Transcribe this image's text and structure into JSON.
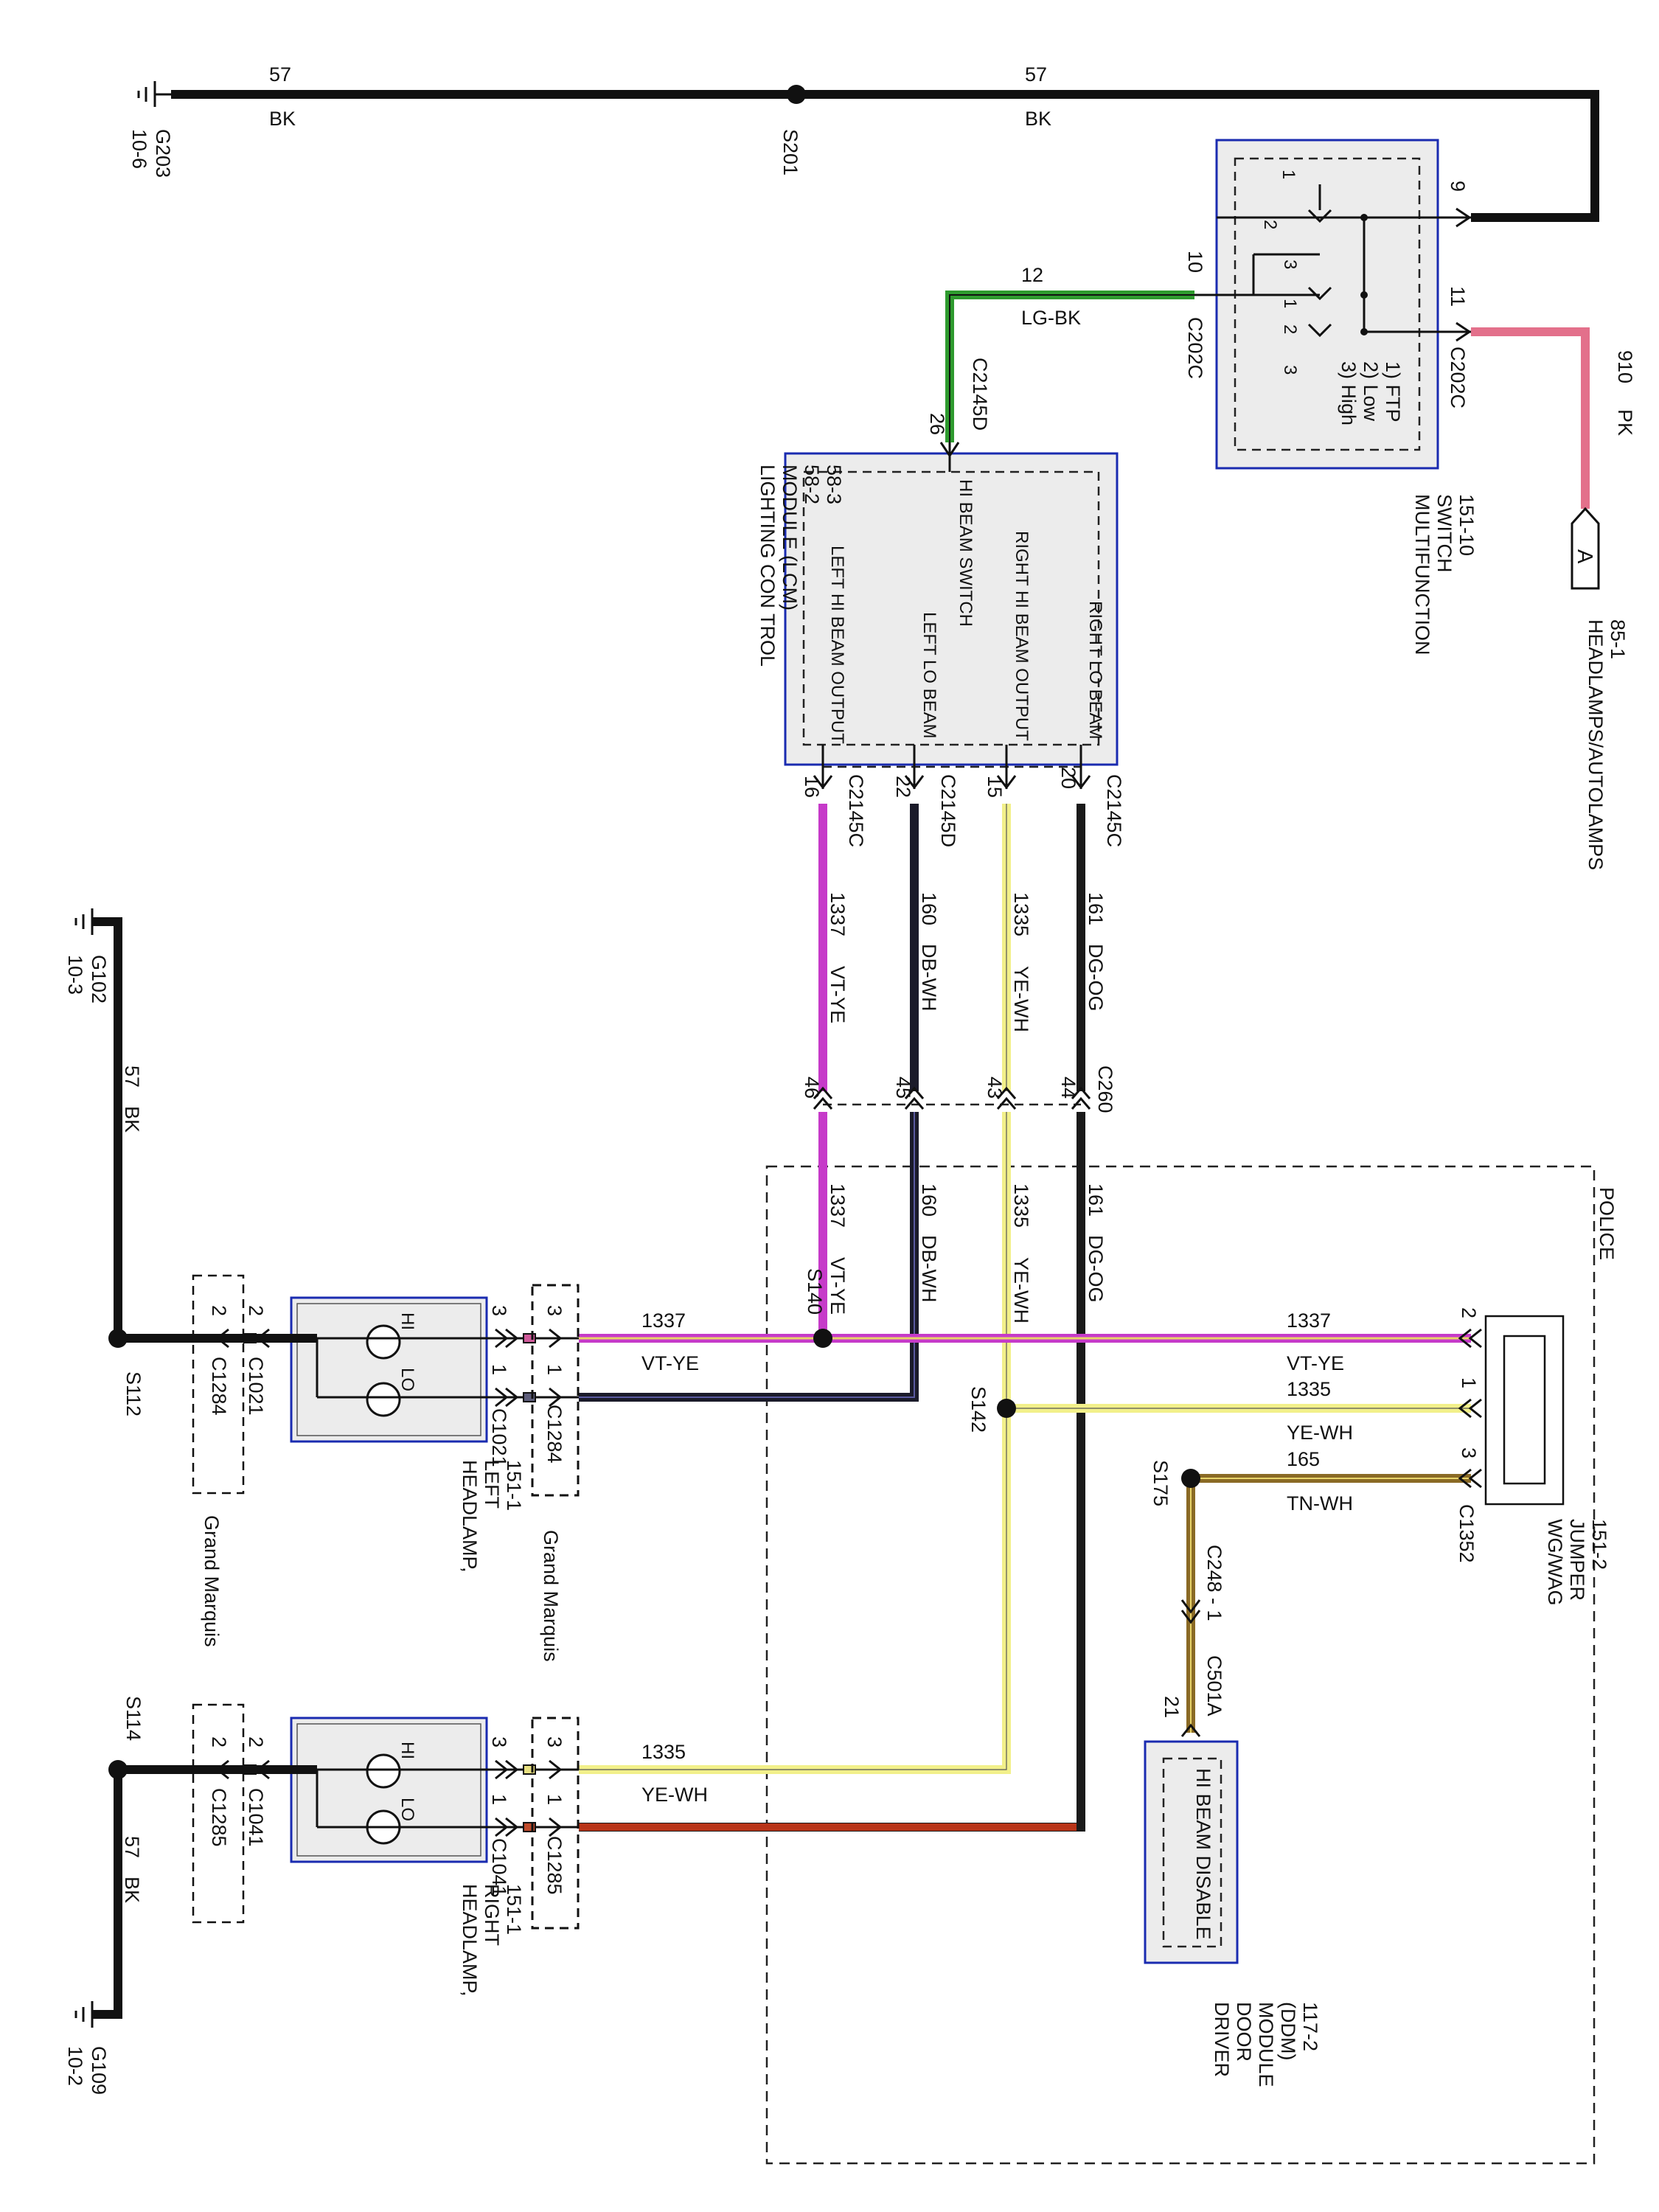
{
  "grounds": [
    {
      "id": "G203",
      "ref": "10-6"
    },
    {
      "id": "G102",
      "ref": "10-3"
    },
    {
      "id": "G109",
      "ref": "10-2"
    }
  ],
  "splices": [
    "S201",
    "S140",
    "S142",
    "S175",
    "S112",
    "S114"
  ],
  "wire_colors": {
    "BK": "#111111",
    "LG-BK": "#2e9a2e",
    "PK": "#e3708b",
    "VT-YE": "#c63ac9",
    "DB-WH": "#1b1b2a",
    "YE-WH": "#f2f08a",
    "DG-OG": "#1a1a1a",
    "TN-WH": "#8a6a25",
    "RED": "#b83418"
  },
  "wires": {
    "top_left": {
      "circuit": "57",
      "color": "BK"
    },
    "top_right": {
      "circuit": "57",
      "color": "BK"
    },
    "lg_bk": {
      "circuit": "12",
      "color": "LG-BK"
    },
    "pk": {
      "circuit": "910",
      "color": "PK"
    },
    "w1337": {
      "circuit": "1337",
      "color": "VT-YE"
    },
    "w160": {
      "circuit": "160",
      "color": "DB-WH"
    },
    "w1335": {
      "circuit": "1335",
      "color": "YE-WH"
    },
    "w161": {
      "circuit": "161",
      "color": "DG-OG"
    },
    "w165": {
      "circuit": "165",
      "color": "TN-WH"
    },
    "g102": {
      "circuit": "57",
      "color": "BK"
    },
    "g109": {
      "circuit": "57",
      "color": "BK"
    }
  },
  "multifunction_switch": {
    "name_lines": [
      "MULTIFUNCTION",
      "SWITCH",
      "151-10"
    ],
    "legend": [
      "1) FTP",
      "2) Low",
      "3) High"
    ],
    "pins": {
      "p9": "9",
      "p10": "10",
      "p11": "11"
    },
    "internal": [
      "1",
      "2",
      "3",
      "1",
      "2",
      "3"
    ],
    "connector_a": "C202C",
    "connector_b": "C202C"
  },
  "headlamps_autolamps": {
    "flag": "A",
    "name": "HEADLAMPS/AUTOLAMPS",
    "ref": "85-1"
  },
  "lcm": {
    "name_lines": [
      "LIGHTING CON TROL",
      "MODULE (LCM)",
      "58-2",
      "58-3"
    ],
    "functions": [
      "HI BEAM SWITCH",
      "RIGHT HI BEAM OUTPUT",
      "RIGHT LO BEAM",
      "LEFT LO BEAM",
      "LEFT HI BEAM OUTPUT"
    ],
    "pin_in": "26",
    "conn_in": "C2145D",
    "out_pins": [
      "16",
      "22",
      "15",
      "20"
    ],
    "out_conns": [
      "C2145C",
      "C2145D",
      "C2145C"
    ]
  },
  "c260": {
    "name": "C260",
    "pins": [
      "46",
      "45",
      "43",
      "44"
    ]
  },
  "police_label": "POLICE",
  "jumper": {
    "name_lines": [
      "WG/WAG",
      "JUMPER",
      "151-2"
    ],
    "connector": "C1352",
    "pins": [
      "2",
      "1",
      "3"
    ]
  },
  "ddm": {
    "name_lines": [
      "DRIVER",
      "DOOR",
      "MODULE",
      "(DDM)",
      "117-2"
    ],
    "func": "HI BEAM DISABLE",
    "pin": "21",
    "c248": "C248 - 1",
    "c501a": "C501A"
  },
  "headlamp_left": {
    "name_lines": [
      "HEADLAMP,",
      "LEFT",
      "151-1"
    ],
    "hi": "HI",
    "lo": "LO",
    "c1021a": "C1021",
    "c1021b": "C1021",
    "c1284a": "C1284",
    "c1284b": "C1284",
    "pins": [
      "2",
      "2",
      "3",
      "1",
      "3",
      "1"
    ]
  },
  "headlamp_right": {
    "name_lines": [
      "HEADLAMP,",
      "RIGHT",
      "151-1"
    ],
    "hi": "HI",
    "lo": "LO",
    "c1041a": "C1041",
    "c1041b": "C1041",
    "c1285a": "C1285",
    "c1285b": "C1285",
    "pins": [
      "2",
      "2",
      "3",
      "1",
      "3",
      "1"
    ]
  },
  "grand_marquis": "Grand Marquis"
}
